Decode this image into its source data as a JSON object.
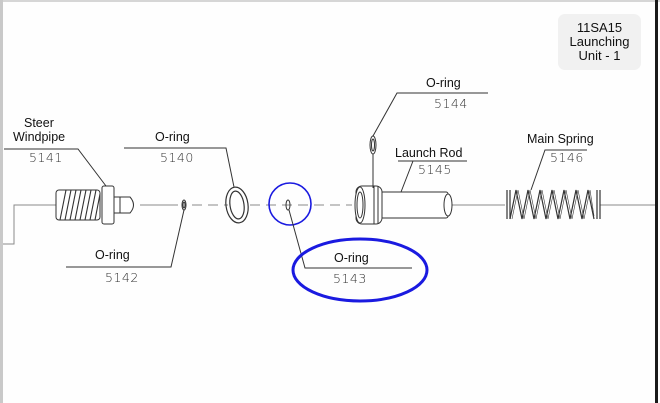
{
  "title_box": {
    "line1": "11SA15",
    "line2": "Launching",
    "line3": "Unit - 1"
  },
  "parts": [
    {
      "id": "steer-windpipe",
      "name_line1": "Steer",
      "name_line2": "Windpipe",
      "number": "5141"
    },
    {
      "id": "o-ring-5140",
      "name": "O-ring",
      "number": "5140"
    },
    {
      "id": "o-ring-5142",
      "name": "O-ring",
      "number": "5142"
    },
    {
      "id": "o-ring-5143",
      "name": "O-ring",
      "number": "5143",
      "highlighted": true
    },
    {
      "id": "o-ring-5144",
      "name": "O-ring",
      "number": "5144"
    },
    {
      "id": "launch-rod",
      "name": "Launch Rod",
      "number": "5145"
    },
    {
      "id": "main-spring",
      "name": "Main Spring",
      "number": "5146"
    }
  ],
  "colors": {
    "highlight": "#1a1ae0",
    "line": "#444444",
    "title_box_bg": "#f1f1f1"
  }
}
